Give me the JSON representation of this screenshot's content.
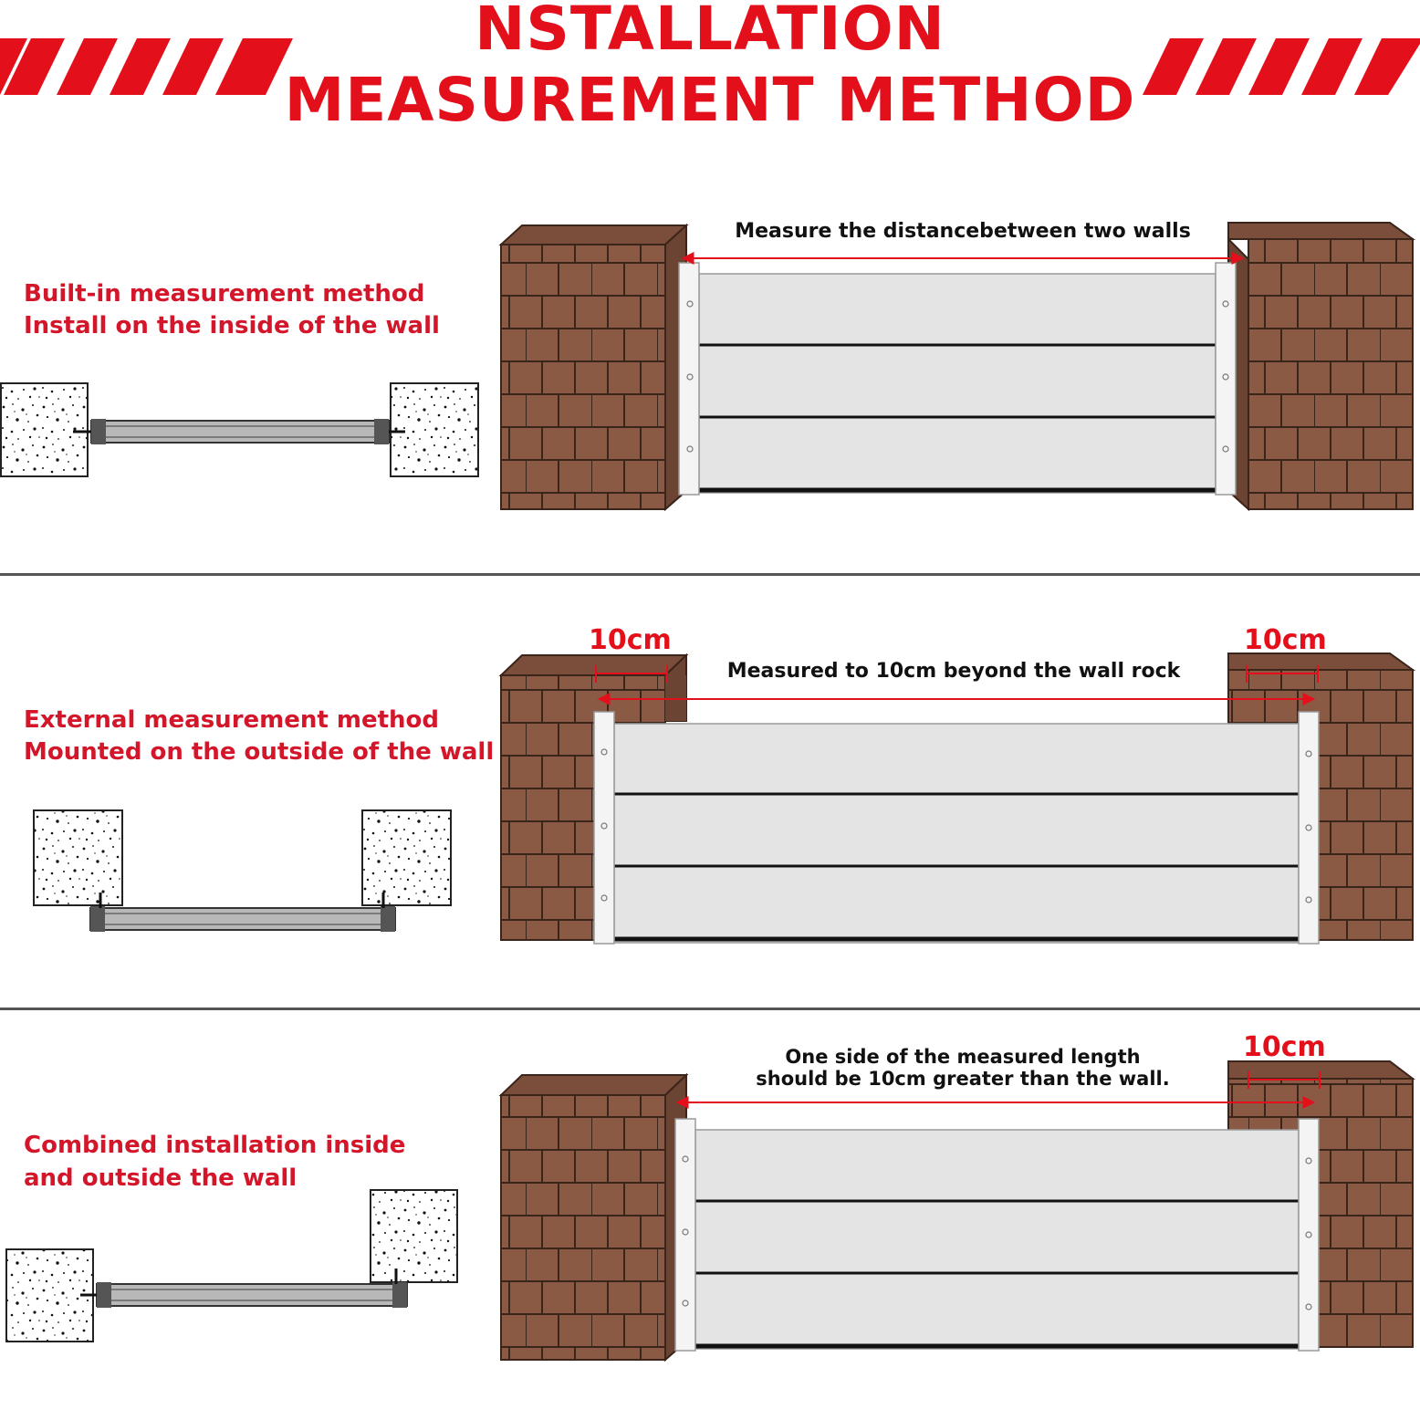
{
  "header": {
    "title_line1": "NSTALLATION",
    "title_line2": "MEASUREMENT METHOD"
  },
  "colors": {
    "accent_red": "#e3101c",
    "brick": "#8a5a44",
    "panel": "#e4e4e4"
  },
  "sections": [
    {
      "label_line1": "Built-in measurement method",
      "label_line2": "Install on the inside of the wall",
      "caption": "Measure the distancebetween two walls"
    },
    {
      "label_line1": "External measurement method",
      "label_line2": "Mounted on the outside of the wall",
      "caption": "Measured to 10cm beyond the wall rock",
      "left_dimension": "10cm",
      "right_dimension": "10cm"
    },
    {
      "label_line1": "Combined installation inside",
      "label_line2": "and outside the wall",
      "caption_line1": "One side of the measured length",
      "caption_line2": "should be 10cm greater than the wall.",
      "right_dimension": "10cm"
    }
  ]
}
